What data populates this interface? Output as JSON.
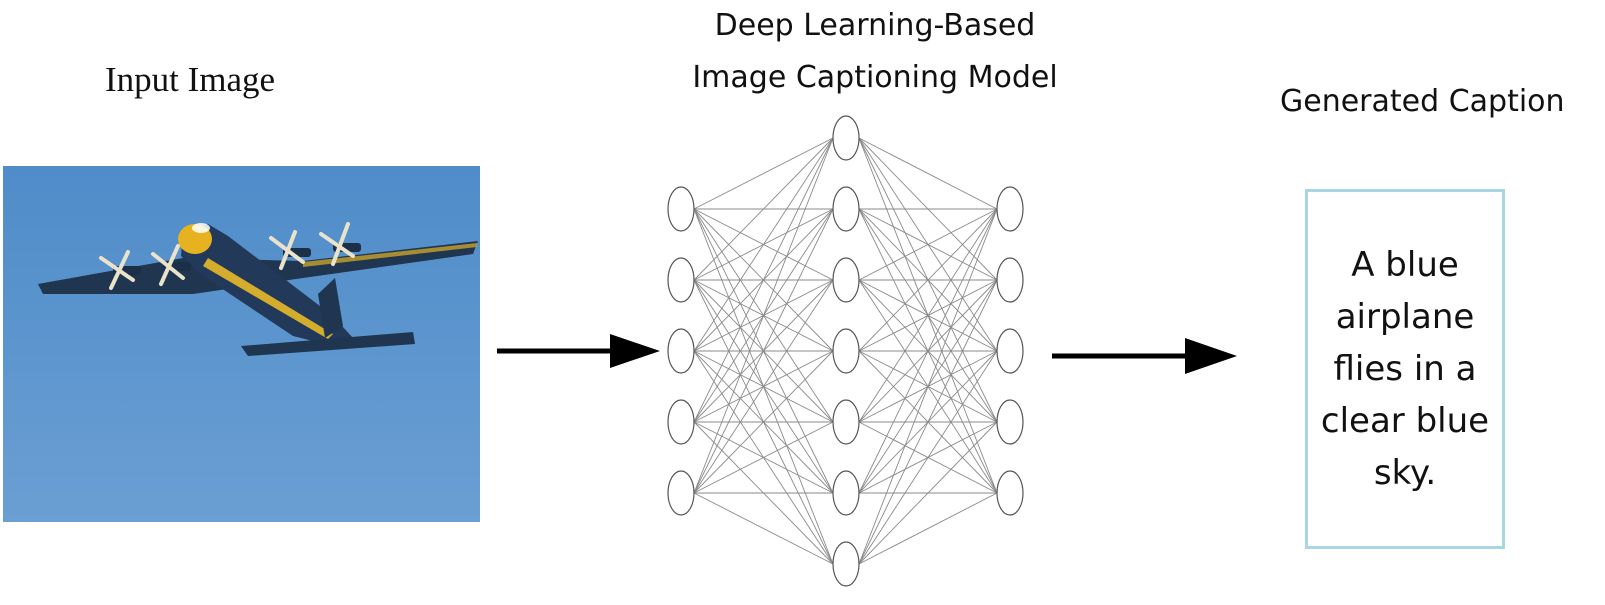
{
  "input": {
    "label": "Input Image",
    "photo_subject": "blue four-engine propeller airplane in clear sky"
  },
  "model": {
    "title_line1": "Deep Learning-Based",
    "title_line2": "Image Captioning Model",
    "network": {
      "layers": [
        5,
        7,
        5
      ]
    }
  },
  "output": {
    "label": "Generated Caption",
    "caption": "A blue airplane flies in a clear blue sky."
  },
  "colors": {
    "sky": "#5b93cb",
    "plane_body": "#1f3550",
    "plane_nose": "#e6b21f",
    "caption_border": "#a8d6e4",
    "arrow": "#000000"
  }
}
